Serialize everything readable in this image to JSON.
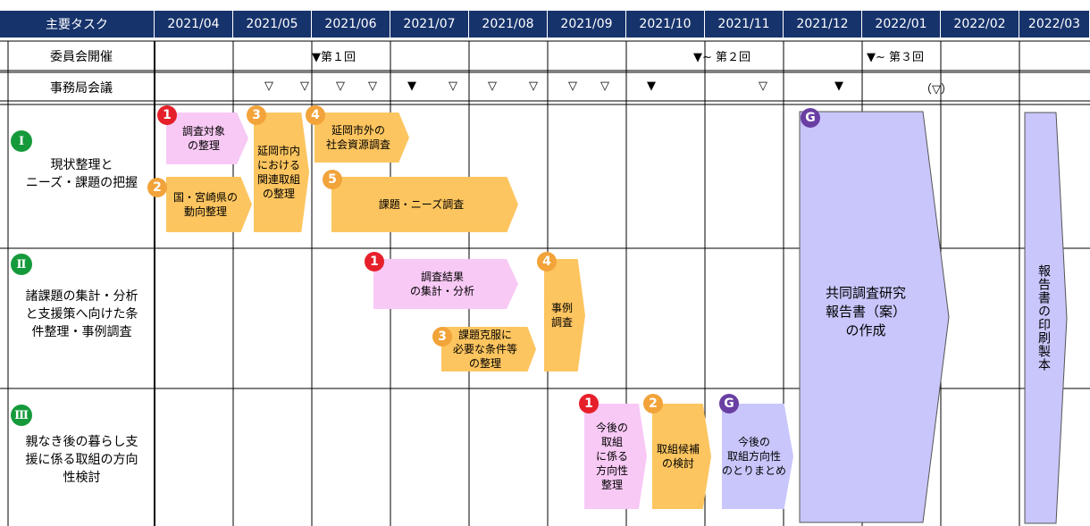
{
  "header": {
    "task_label": "主要タスク",
    "months": [
      "2021/04",
      "2021/05",
      "2021/06",
      "2021/07",
      "2021/08",
      "2021/09",
      "2021/10",
      "2021/11",
      "2021/12",
      "2022/01",
      "2022/02",
      "2022/03"
    ]
  },
  "committee": {
    "label": "委員会開催",
    "first": "▼第１回",
    "second": "▼~ 第２回",
    "third": "▼~ 第３回"
  },
  "secretariat": {
    "label": "事務局会議",
    "open_mark": "▽",
    "filled_mark": "▼",
    "paren_mark": "（▽）"
  },
  "phases": [
    {
      "numeral": "Ⅰ",
      "title": "現状整理と\nニーズ・課題の把握"
    },
    {
      "numeral": "Ⅱ",
      "title": "諸課題の集計・分析\nと支援策へ向けた条\n件整理・事例調査"
    },
    {
      "numeral": "Ⅲ",
      "title": "親なき後の暮らし支\n援に係る取組の方向\n性検討"
    }
  ],
  "tasks": {
    "p1_1": {
      "badge": "1",
      "label": "調査対象\nの整理"
    },
    "p1_2": {
      "badge": "2",
      "label": "国・宮崎県の\n動向整理"
    },
    "p1_3": {
      "badge": "3",
      "label": "延岡市内\nにおける\n関連取組\nの整理"
    },
    "p1_4": {
      "badge": "4",
      "label": "延岡市外の\n社会資源調査"
    },
    "p1_5": {
      "badge": "5",
      "label": "課題・ニーズ調査"
    },
    "p2_1": {
      "badge": "1",
      "label": "調査結果\nの集計・分析"
    },
    "p2_3": {
      "badge": "3",
      "label": "課題克服に\n必要な条件等\nの整理"
    },
    "p2_4": {
      "badge": "4",
      "label": "事例\n調査"
    },
    "p3_1": {
      "badge": "1",
      "label": "今後の\n取組\nに係る\n方向性\n整理"
    },
    "p3_2": {
      "badge": "2",
      "label": "取組候補\nの検討"
    },
    "p3_g": {
      "badge": "G",
      "label": "今後の\n取組方向性\nのとりまとめ"
    },
    "report": {
      "badge": "G",
      "label": "共同調査研究\n報告書（案）\nの作成"
    },
    "print": {
      "label": "報告書の印刷製本"
    }
  },
  "colors": {
    "header_bg": "#17336b",
    "phase_icon": "#159a3b",
    "pink": "#f8c9f5",
    "orange": "#fdc55f",
    "lavender": "#c8c6fb",
    "badge_red": "#e6202a",
    "badge_orange": "#f2a33a",
    "badge_purple": "#6a3fa3"
  }
}
